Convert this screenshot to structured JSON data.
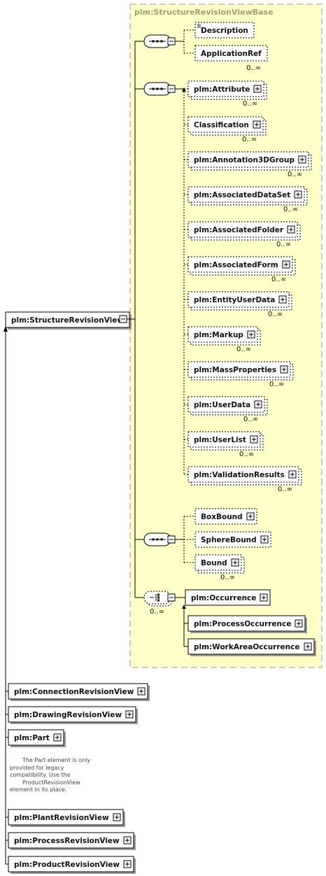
{
  "base_title": "plm:StructureRevisionViewBase",
  "root": "plm:StructureRevisionView",
  "seq1": [
    {
      "label": "Description",
      "has_doc": true,
      "expand": false,
      "occ": ""
    },
    {
      "label": "ApplicationRef",
      "has_doc": false,
      "expand": false,
      "occ": "0..∞"
    }
  ],
  "seq2": [
    {
      "label": "plm:Attribute",
      "occ": "0..∞"
    },
    {
      "label": "Classification",
      "occ": "0..∞"
    },
    {
      "label": "plm:Annotation3DGroup",
      "occ": "0..∞"
    },
    {
      "label": "plm:AssociatedDataSet",
      "occ": "0..∞"
    },
    {
      "label": "plm:AssociatedFolder",
      "occ": "0..∞"
    },
    {
      "label": "plm:AssociatedForm",
      "occ": "0..∞"
    },
    {
      "label": "plm:EntityUserData",
      "occ": "0..∞"
    },
    {
      "label": "plm:Markup",
      "occ": "0..∞"
    },
    {
      "label": "plm:MassProperties",
      "occ": "0..∞"
    },
    {
      "label": "plm:UserData",
      "occ": "0..∞"
    },
    {
      "label": "plm:UserList",
      "occ": "0..∞"
    },
    {
      "label": "plm:ValidationResults",
      "occ": "0..∞"
    }
  ],
  "seq3": [
    {
      "label": "BoxBound",
      "occ": ""
    },
    {
      "label": "SphereBound",
      "occ": ""
    },
    {
      "label": "Bound",
      "occ": "0..∞"
    }
  ],
  "choice_occ": "0..∞",
  "occurrence": {
    "head": "plm:Occurrence",
    "subs": [
      "plm:ProcessOccurrence",
      "plm:WorkAreaOccurrence"
    ]
  },
  "derived": [
    "plm:ConnectionRevisionView",
    "plm:DrawingRevisionView",
    "plm:Part",
    "plm:PlantRevisionView",
    "plm:ProcessRevisionView",
    "plm:ProductRevisionView"
  ],
  "part_note": [
    "The Part element is only",
    "provided for legacy",
    "compatibility. Use the",
    "ProductRevisionView",
    "element in its place."
  ]
}
